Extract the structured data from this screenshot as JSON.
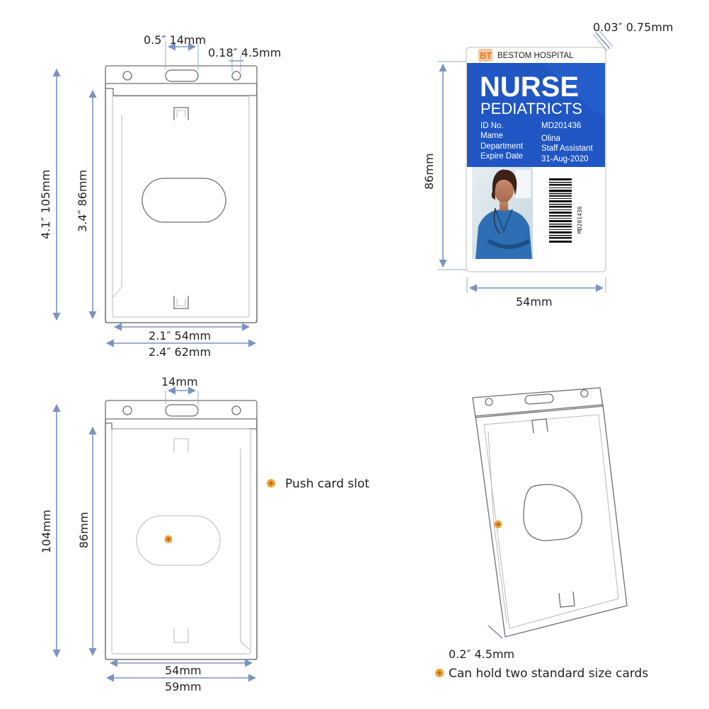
{
  "top_left": {
    "slot_width": "0.5″ 14mm",
    "hole_size": "0.18″ 4.5mm",
    "outer_height": "4.1″ 105mm",
    "inner_height": "3.4″ 86mm",
    "inner_width": "2.1″ 54mm",
    "outer_width": "2.4″ 62mm"
  },
  "card": {
    "thickness": "0.03″ 0.75mm",
    "height": "86mm",
    "width": "54mm",
    "logo": "BT",
    "logo_sub": "Bestom",
    "hospital": "BESTOM HOSPITAL",
    "title": "NURSE",
    "subtitle": "PEDIATRICTS",
    "fields": [
      {
        "label": "ID No.",
        "value": "MD201436"
      },
      {
        "label": "Mame",
        "value": "Olina"
      },
      {
        "label": "Department",
        "value": "Staff Assistant"
      },
      {
        "label": "Expire Date",
        "value": "31-Aug-2020"
      }
    ],
    "barcode_text": "MD201436",
    "colors": {
      "blue": "#1f56c4",
      "blue_dark": "#103f9c",
      "scrub": "#2e6fb4"
    }
  },
  "bottom_left": {
    "slot_width": "14mm",
    "outer_height": "104mm",
    "inner_height": "86mm",
    "inner_width": "54mm",
    "outer_width": "59mm"
  },
  "notes": {
    "push_slot": "Push card slot",
    "two_cards": "Can hold two standard size cards"
  },
  "bottom_right": {
    "edge": "0.2″ 4.5mm"
  },
  "colors": {
    "dimension_arrow": "#7a94c2",
    "marker": "#f2a13a",
    "holder_line": "#6f6f6f"
  }
}
